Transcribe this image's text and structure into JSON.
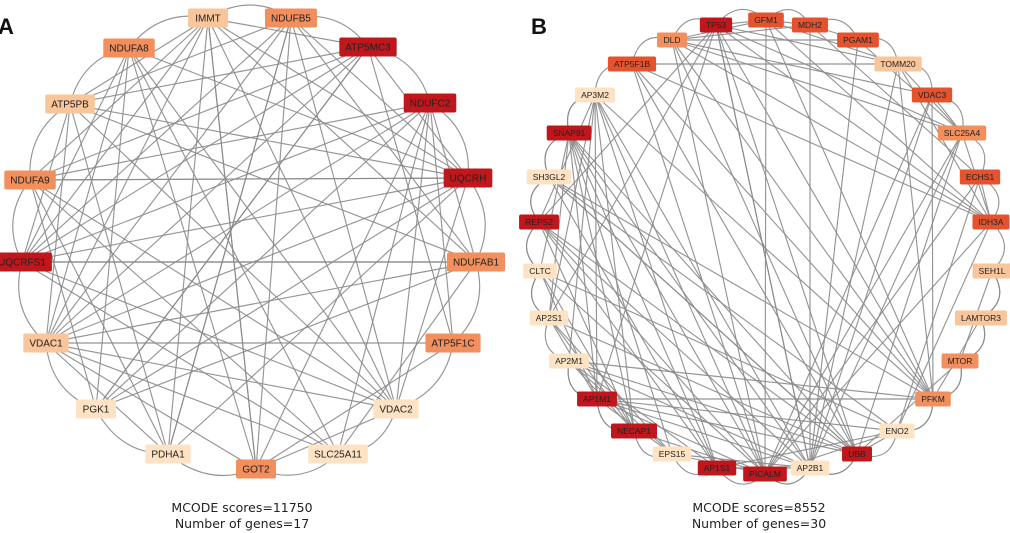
{
  "palette": {
    "c1": "#fde3c3",
    "c2": "#f9c59a",
    "c3": "#f28f5c",
    "c4": "#e5532e",
    "c5": "#c0171c"
  },
  "panels": [
    {
      "id": "A",
      "letter": "A",
      "score_text": "MCODE scores=11750",
      "genes_text": "Number of genes=17",
      "nodes": [
        {
          "id": "IMMT",
          "label": "IMMT",
          "c": "c2"
        },
        {
          "id": "NDUFB5",
          "label": "NDUFB5",
          "c": "c3"
        },
        {
          "id": "ATP5MC3",
          "label": "ATP5MC3",
          "c": "c5"
        },
        {
          "id": "NDUFC2",
          "label": "NDUFC2",
          "c": "c5"
        },
        {
          "id": "UQCRH",
          "label": "UQCRH",
          "c": "c5"
        },
        {
          "id": "NDUFAB1",
          "label": "NDUFAB1",
          "c": "c3"
        },
        {
          "id": "ATP5F1C",
          "label": "ATP5F1C",
          "c": "c3"
        },
        {
          "id": "VDAC2",
          "label": "VDAC2",
          "c": "c1"
        },
        {
          "id": "SLC25A11",
          "label": "SLC25A11",
          "c": "c1"
        },
        {
          "id": "GOT2",
          "label": "GOT2",
          "c": "c3"
        },
        {
          "id": "PDHA1",
          "label": "PDHA1",
          "c": "c1"
        },
        {
          "id": "PGK1",
          "label": "PGK1",
          "c": "c1"
        },
        {
          "id": "VDAC1",
          "label": "VDAC1",
          "c": "c2"
        },
        {
          "id": "UQCRFS1",
          "label": "UQCRFS1",
          "c": "c5"
        },
        {
          "id": "NDUFA9",
          "label": "NDUFA9",
          "c": "c3"
        },
        {
          "id": "ATP5PB",
          "label": "ATP5PB",
          "c": "c2"
        },
        {
          "id": "NDUFA8",
          "label": "NDUFA8",
          "c": "c3"
        }
      ]
    },
    {
      "id": "B",
      "letter": "B",
      "score_text": "MCODE scores=8552",
      "genes_text": "Number of genes=30",
      "nodes": [
        {
          "id": "TP53",
          "label": "TP53",
          "c": "c5"
        },
        {
          "id": "GFM1",
          "label": "GFM1",
          "c": "c4"
        },
        {
          "id": "MDH2",
          "label": "MDH2",
          "c": "c4"
        },
        {
          "id": "PGAM1",
          "label": "PGAM1",
          "c": "c4"
        },
        {
          "id": "TOMM20",
          "label": "TOMM20",
          "c": "c2"
        },
        {
          "id": "VDAC3",
          "label": "VDAC3",
          "c": "c4"
        },
        {
          "id": "SLC25A4",
          "label": "SLC25A4",
          "c": "c3"
        },
        {
          "id": "ECHS1",
          "label": "ECHS1",
          "c": "c4"
        },
        {
          "id": "IDH3A",
          "label": "IDH3A",
          "c": "c4"
        },
        {
          "id": "SEH1L",
          "label": "SEH1L",
          "c": "c2"
        },
        {
          "id": "LAMTOR3",
          "label": "LAMTOR3",
          "c": "c2"
        },
        {
          "id": "MTOR",
          "label": "MTOR",
          "c": "c3"
        },
        {
          "id": "PFKM",
          "label": "PFKM",
          "c": "c3"
        },
        {
          "id": "ENO2",
          "label": "ENO2",
          "c": "c1"
        },
        {
          "id": "UBB",
          "label": "UBB",
          "c": "c5"
        },
        {
          "id": "AP2B1",
          "label": "AP2B1",
          "c": "c1"
        },
        {
          "id": "PICALM",
          "label": "PICALM",
          "c": "c5"
        },
        {
          "id": "AP1S1",
          "label": "AP1S1",
          "c": "c5"
        },
        {
          "id": "EPS15",
          "label": "EPS15",
          "c": "c1"
        },
        {
          "id": "NECAP1",
          "label": "NECAP1",
          "c": "c5"
        },
        {
          "id": "AP1M1",
          "label": "AP1M1",
          "c": "c5"
        },
        {
          "id": "AP2M1",
          "label": "AP2M1",
          "c": "c1"
        },
        {
          "id": "AP2S1",
          "label": "AP2S1",
          "c": "c1"
        },
        {
          "id": "CLTC",
          "label": "CLTC",
          "c": "c1"
        },
        {
          "id": "REPS2",
          "label": "REPS2",
          "c": "c5"
        },
        {
          "id": "SH3GL2",
          "label": "SH3GL2",
          "c": "c1"
        },
        {
          "id": "SNAP91",
          "label": "SNAP91",
          "c": "c5"
        },
        {
          "id": "AP3M2",
          "label": "AP3M2",
          "c": "c1"
        },
        {
          "id": "ATP5F1B",
          "label": "ATP5F1B",
          "c": "c4"
        },
        {
          "id": "DLD",
          "label": "DLD",
          "c": "c3"
        }
      ]
    }
  ]
}
